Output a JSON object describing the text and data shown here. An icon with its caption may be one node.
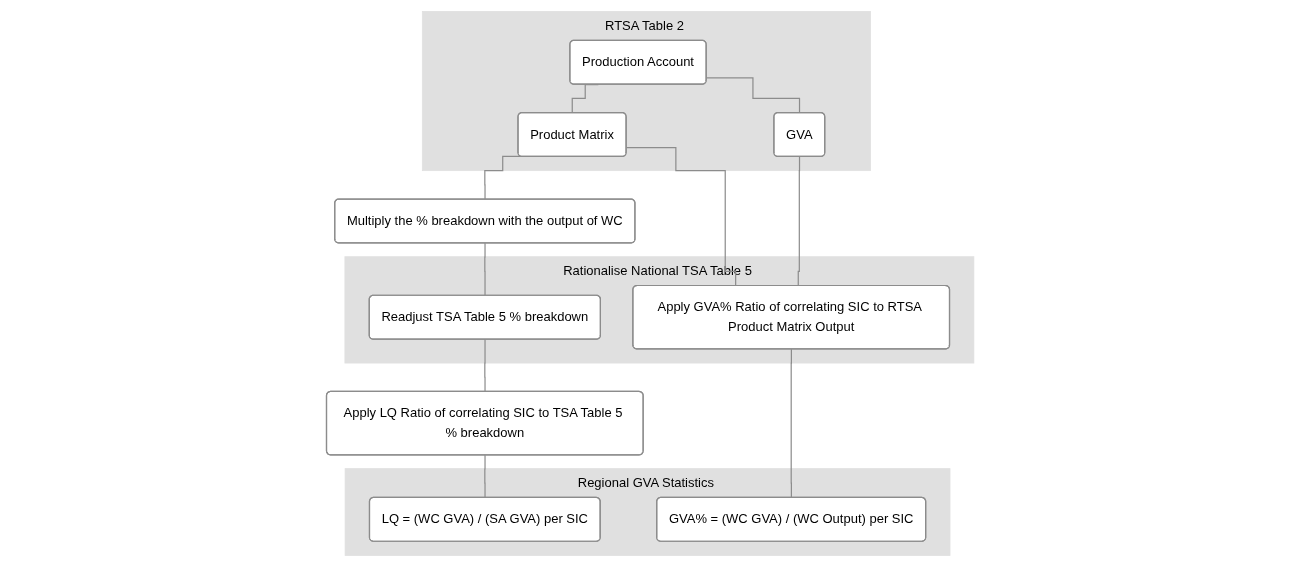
{
  "diagram": {
    "nodes": [
      {
        "text": [
          "RTSA Table 2"
        ]
      },
      {
        "text": [
          "Production Account"
        ],
        "in": 0
      },
      {
        "text": [
          "Product Matrix"
        ],
        "in": 0
      },
      {
        "text": [
          "GVA"
        ],
        "in": 0
      },
      {
        "text": [
          "Rationalise National TSA Table 5"
        ]
      },
      {
        "text": [
          "Multiply the % breakdown with the output of WC"
        ]
      },
      {
        "text": [
          "Readjust TSA Table 5 % breakdown"
        ],
        "in": 4
      },
      {
        "text": [
          "Apply GVA% Ratio of correlating SIC to RTSA Product Matrix Output"
        ],
        "in": 4
      },
      {
        "text": [
          "Regional GVA Statistics"
        ]
      },
      {
        "text": [
          "Apply LQ Ratio of correlating SIC to TSA Table 5 % breakdown"
        ]
      },
      {
        "text": [
          "LQ = (WC GVA) / (SA GVA) per SIC"
        ],
        "in": 8
      },
      {
        "text": [
          "GVA% = (WC GVA) / (WC Output) per SIC"
        ],
        "in": 8
      }
    ],
    "edges": [
      {
        "from": 1,
        "to": 2,
        "arrow": "none"
      },
      {
        "from": 1,
        "to": 3,
        "arrow": "none"
      },
      {
        "from": 2,
        "to": 5,
        "arrow": "none"
      },
      {
        "from": 2,
        "to": 7,
        "arrow": "none"
      },
      {
        "from": 3,
        "to": 7,
        "arrow": "none"
      },
      {
        "from": 5,
        "to": 6,
        "arrow": "none"
      },
      {
        "from": 6,
        "to": 9,
        "arrow": "none"
      },
      {
        "from": 9,
        "to": 10,
        "arrow": "none"
      },
      {
        "from": 7,
        "to": 11,
        "arrow": "none"
      }
    ]
  }
}
